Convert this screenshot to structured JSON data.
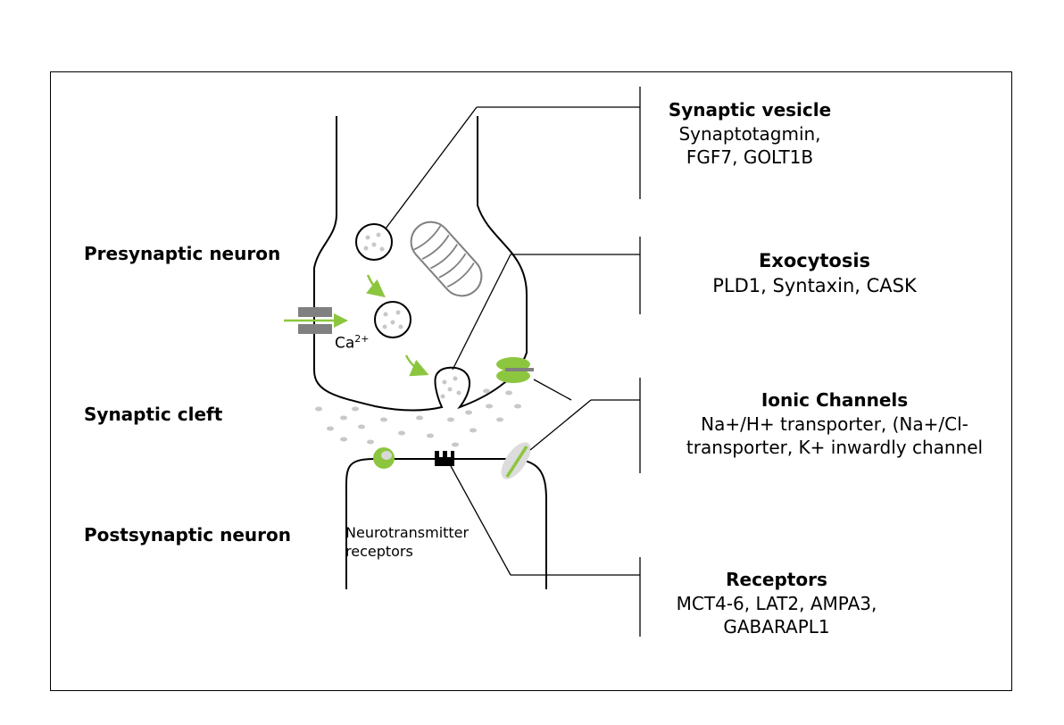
{
  "labels": {
    "presynaptic": "Presynaptic neuron",
    "cleft": "Synaptic cleft",
    "postsynaptic": "Postsynaptic neuron",
    "calcium": "Ca",
    "calcium_sup": "2+",
    "nt_receptors_line1": "Neurotransmitter",
    "nt_receptors_line2": "receptors"
  },
  "groups": {
    "vesicle": {
      "title": "Synaptic vesicle",
      "line1": "Synaptotagmin,",
      "line2": "FGF7, GOLT1B"
    },
    "exocytosis": {
      "title": "Exocytosis",
      "line1": "PLD1, Syntaxin, CASK"
    },
    "ionic": {
      "title": "Ionic Channels",
      "line1": "Na+/H+ transporter, (Na+/Cl-",
      "line2": "transporter, K+ inwardly channel"
    },
    "receptors": {
      "title": "Receptors",
      "line1": "MCT4-6, LAT2, AMPA3,",
      "line2": "GABARAPL1"
    }
  },
  "colors": {
    "accent": "#8cc63f",
    "channel": "#808080",
    "vesicle_dot": "#c8c8c8",
    "line": "#000000"
  },
  "icons": [
    "calcium-channel-icon",
    "mitochondrion-icon",
    "receptor-icon",
    "ionic-channel-icon"
  ]
}
